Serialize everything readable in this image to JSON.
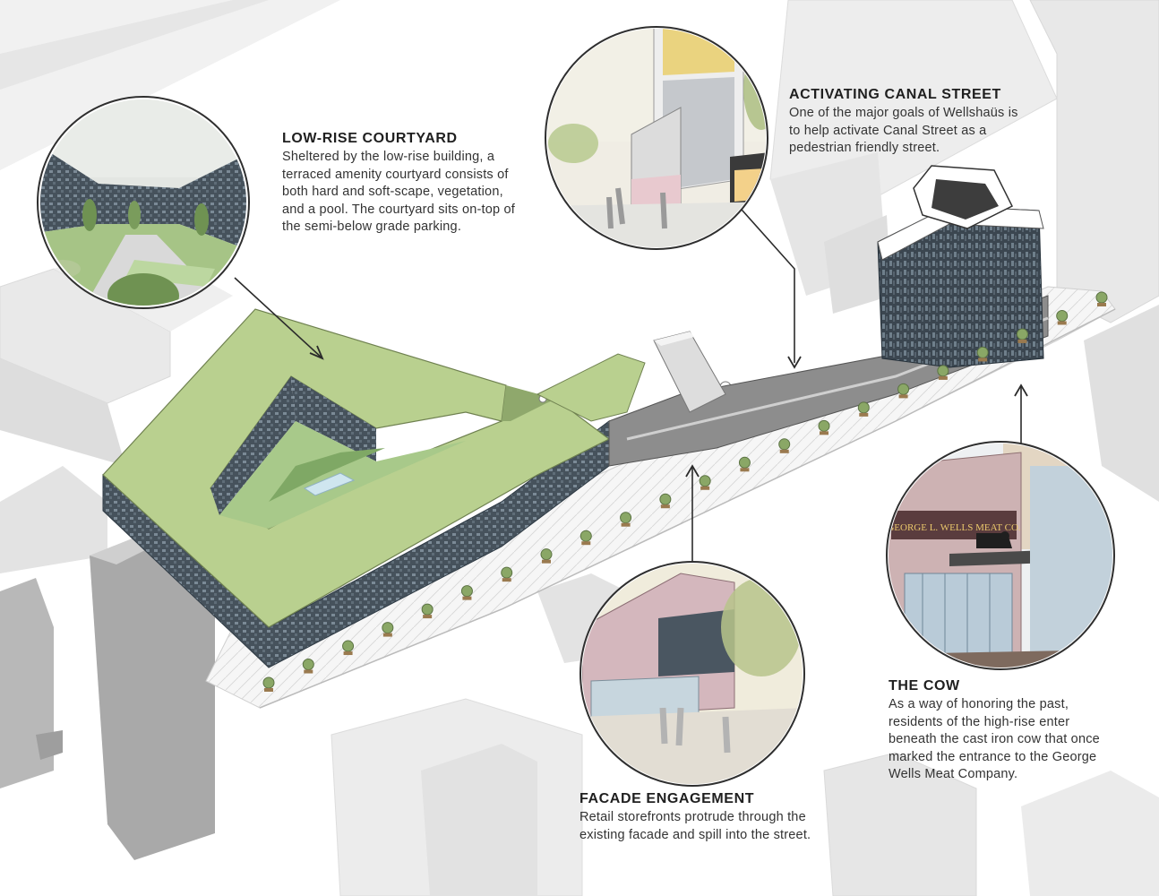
{
  "callouts": {
    "low_rise": {
      "title": "LOW-RISE COURTYARD",
      "body": "Sheltered by the low-rise building, a terraced amenity courtyard consists of both hard and soft-scape, vegetation, and a pool. The courtyard sits on-top of the semi-below grade parking."
    },
    "canal": {
      "title": "ACTIVATING CANAL STREET",
      "body": "One of the major goals of Wellshaüs is to help activate Canal Street as a pedestrian friendly street."
    },
    "cow": {
      "title": "THE COW",
      "body": "As a way of honoring the past, residents of the high-rise enter beneath the cast iron cow that once marked the entrance to the George Wells Meat Company."
    },
    "facade": {
      "title": "FACADE ENGAGEMENT",
      "body": "Retail storefronts protrude through the existing facade and spill into the street."
    }
  },
  "sign": {
    "text": "GEORGE L. WELLS MEAT CO."
  },
  "colors": {
    "roof_green": "#b9d08f",
    "glass_dark": "#3a4550",
    "context_grey": "#e4e4e4",
    "context_dark": "#9a9a9a",
    "leader": "#2b2b2b"
  }
}
